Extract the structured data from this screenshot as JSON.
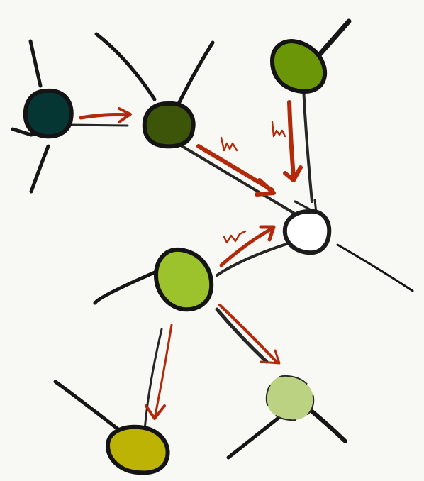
{
  "diagram": {
    "background": "#f8f8f4",
    "ink_color": "#161616",
    "arrow_color": "#b22a0c",
    "nodes": [
      {
        "id": "dark-teal",
        "color": "#063634"
      },
      {
        "id": "dark-olive",
        "color": "#3d5508"
      },
      {
        "id": "olive-green",
        "color": "#6a9608"
      },
      {
        "id": "hollow-hub",
        "color": "#ffffff"
      },
      {
        "id": "lime-green",
        "color": "#9cc22c"
      },
      {
        "id": "mustard-yellow",
        "color": "#bcb304"
      },
      {
        "id": "pale-green",
        "color": "#bad282"
      }
    ],
    "edges": [
      {
        "from": "dark-teal",
        "to": "dark-olive",
        "arrow": true
      },
      {
        "from": "dark-olive",
        "to": "hollow-hub",
        "arrow": true
      },
      {
        "from": "olive-green",
        "to": "hollow-hub",
        "arrow": true
      },
      {
        "from": "lime-green",
        "to": "hollow-hub",
        "arrow": true
      },
      {
        "from": "lime-green",
        "to": "mustard-yellow",
        "arrow": true
      },
      {
        "from": "lime-green",
        "to": "pale-green",
        "arrow": true
      }
    ]
  }
}
